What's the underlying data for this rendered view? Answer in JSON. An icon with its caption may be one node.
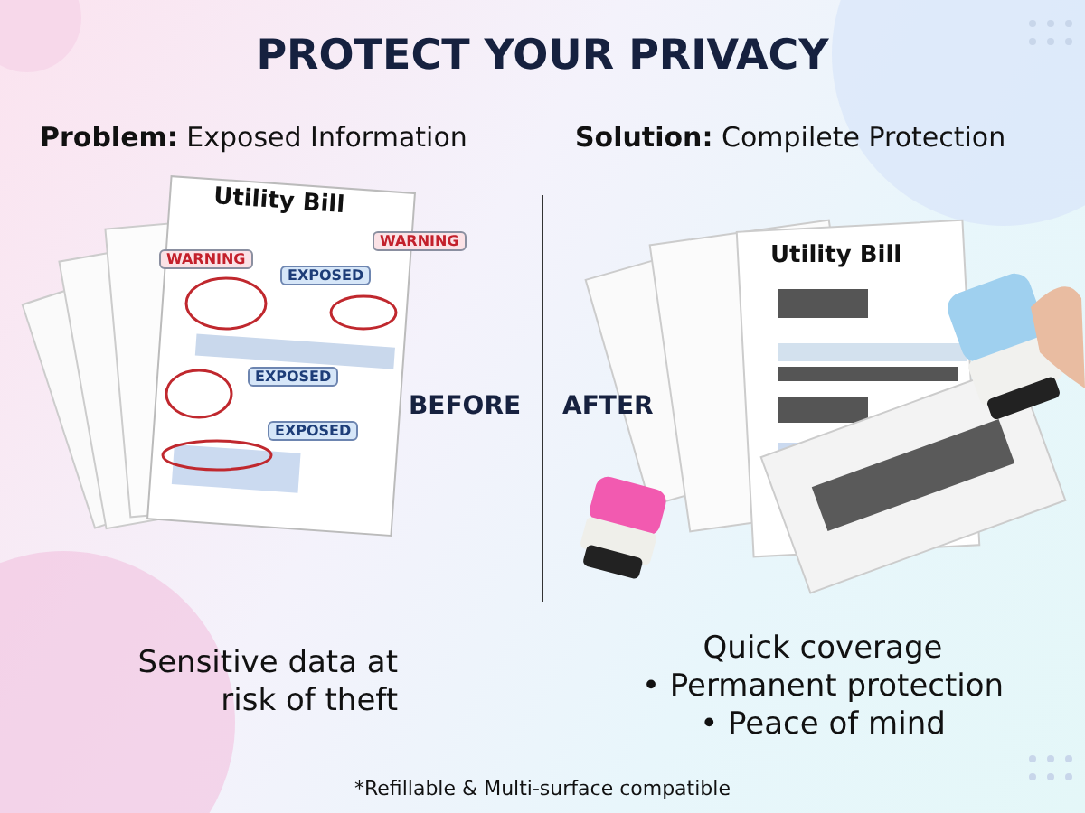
{
  "diagram": {
    "title": "PROTECT YOUR PRIVACY",
    "caption": "*Refillable & Multi-surface compatible",
    "labels": [
      "**Problem:** Exposed Information",
      "**Solution:** Compilete Protection",
      "Utility Bill",
      "WARNING",
      "WARNING",
      "EXPOSED",
      "Utility Bill",
      "EXPOSED",
      "BEFORE",
      "AFTER",
      "EXPOSED",
      "Sensitive data at risk of theft",
      "Quick coverage",
      "• Permanent protection",
      "• Peace of mind"
    ]
  }
}
